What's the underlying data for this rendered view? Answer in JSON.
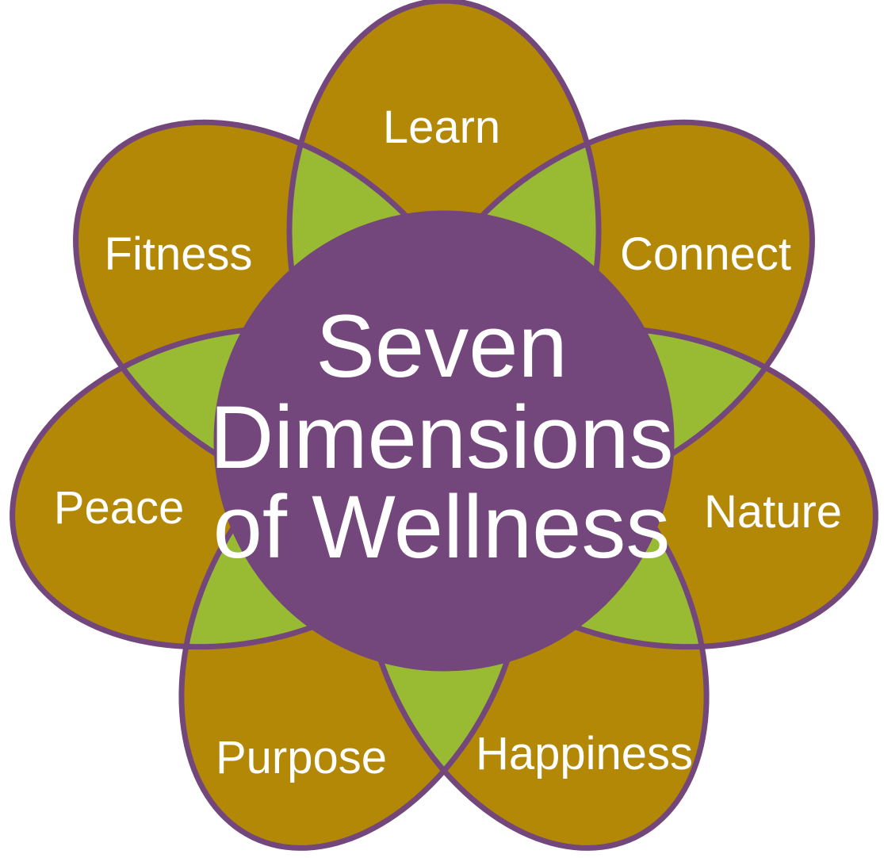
{
  "title_lines": [
    "Seven",
    "Dimensions",
    "of Wellness"
  ],
  "petals": [
    {
      "label": "Learn"
    },
    {
      "label": "Connect"
    },
    {
      "label": "Nature"
    },
    {
      "label": "Happiness"
    },
    {
      "label": "Purpose"
    },
    {
      "label": "Peace"
    },
    {
      "label": "Fitness"
    }
  ],
  "colors": {
    "petal": "#b38807",
    "overlap": "#98bb33",
    "center": "#74477c",
    "stroke": "#74477c",
    "text": "#ffffff"
  }
}
